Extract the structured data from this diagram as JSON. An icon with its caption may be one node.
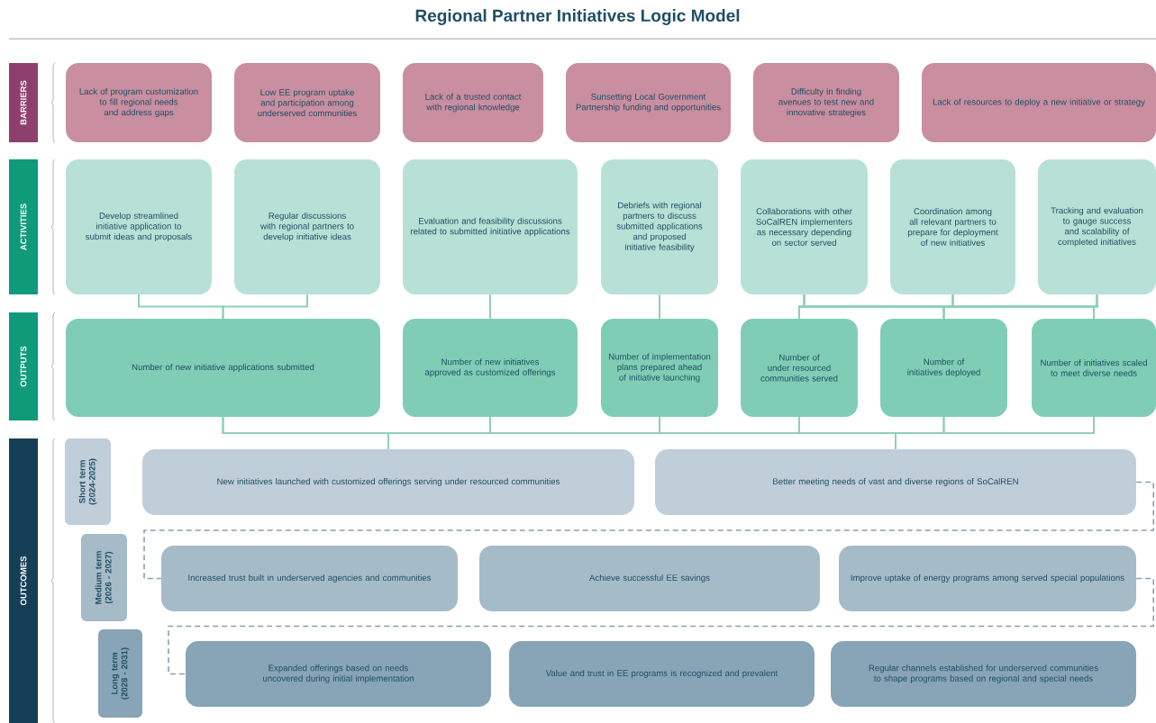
{
  "diagram": {
    "title": "Regional Partner Initiatives Logic Model",
    "nodes": [
      {
        "text": [
          "BARRIERS"
        ]
      },
      {
        "text": [
          "Lack of program customization to fill regional needs and address gaps"
        ]
      },
      {
        "text": [
          "Low EE program uptake and participation among underserved communities"
        ]
      },
      {
        "text": [
          "Lack of a trusted contact with regional knowledge"
        ]
      },
      {
        "text": [
          "Sunsetting Local Government Partnership funding and opportunities"
        ]
      },
      {
        "text": [
          "Difficulty in finding avenues to test new and innovative strategies"
        ]
      },
      {
        "text": [
          "Lack of resources to deploy a new initiative or strategy"
        ]
      },
      {
        "text": [
          "ACTIVITIES"
        ]
      },
      {
        "text": [
          "Develop streamlined initiative application to submit ideas and proposals"
        ]
      },
      {
        "text": [
          "Regular discussions with regional partners to develop initiative ideas"
        ]
      },
      {
        "text": [
          "Evaluation and feasibility discussions related to submitted initiative applications"
        ]
      },
      {
        "text": [
          "Debriefs with regional partners to discuss submitted applications and proposed initiative feasibility"
        ]
      },
      {
        "text": [
          "Collaborations with other SoCalREN implementers as necessary depending on sector served"
        ]
      },
      {
        "text": [
          "Coordination among all relevant partners to prepare for deployment of new initiatives"
        ]
      },
      {
        "text": [
          "Tracking and evaluation to gauge success and scalability of completed initiatives"
        ]
      },
      {
        "text": [
          "OUTPUTS"
        ]
      },
      {
        "text": [
          "Number of new initiative applications submitted"
        ]
      },
      {
        "text": [
          "Number of new initiatives approved as customized offerings"
        ]
      },
      {
        "text": [
          "Number of implementation plans prepared ahead of initiative launching"
        ]
      },
      {
        "text": [
          "Number of under resourced communities served"
        ]
      },
      {
        "text": [
          "Number of initiatives deployed"
        ]
      },
      {
        "text": [
          "Number of initiatives scaled to meet diverse needs"
        ]
      },
      {
        "text": [
          "OUTCOMES"
        ]
      },
      {
        "text": [
          "Short term (2024-2025)"
        ]
      },
      {
        "text": [
          "New initiatives launched with customized offerings serving under resourced communities"
        ]
      },
      {
        "text": [
          "Better meeting needs of vast and diverse regions of SoCalREN"
        ]
      },
      {
        "text": [
          "Medium term (2026 - 2027)"
        ]
      },
      {
        "text": [
          "Increased trust built in underserved agencies and communities"
        ]
      },
      {
        "text": [
          "Achieve successful EE savings"
        ]
      },
      {
        "text": [
          "Improve uptake of energy programs among served special populations"
        ]
      },
      {
        "text": [
          "Long term (2028 - 2031)"
        ]
      },
      {
        "text": [
          "Expanded offerings based on needs uncovered during initial implementation"
        ]
      },
      {
        "text": [
          "Value and trust in EE programs is recognized and prevalent"
        ]
      },
      {
        "text": [
          "Regular channels established for underserved communities to shape programs based on regional and special needs"
        ]
      }
    ],
    "edges": [
      {
        "from": 8,
        "to": 16,
        "arrow": "none"
      },
      {
        "from": 9,
        "to": 16,
        "arrow": "none"
      },
      {
        "from": 10,
        "to": 17,
        "arrow": "none"
      },
      {
        "from": 11,
        "to": 18,
        "arrow": "none"
      },
      {
        "from": 12,
        "to": 19,
        "arrow": "none"
      },
      {
        "from": 12,
        "to": 20,
        "arrow": "none"
      },
      {
        "from": 12,
        "to": 21,
        "arrow": "none"
      },
      {
        "from": 13,
        "to": 19,
        "arrow": "none"
      },
      {
        "from": 13,
        "to": 20,
        "arrow": "none"
      },
      {
        "from": 13,
        "to": 21,
        "arrow": "none"
      },
      {
        "from": 14,
        "to": 19,
        "arrow": "none"
      },
      {
        "from": 14,
        "to": 20,
        "arrow": "none"
      },
      {
        "from": 14,
        "to": 21,
        "arrow": "none"
      },
      {
        "from": 16,
        "to": 24,
        "arrow": "none"
      },
      {
        "from": 16,
        "to": 25,
        "arrow": "none"
      },
      {
        "from": 17,
        "to": 24,
        "arrow": "none"
      },
      {
        "from": 17,
        "to": 25,
        "arrow": "none"
      },
      {
        "from": 18,
        "to": 24,
        "arrow": "none"
      },
      {
        "from": 18,
        "to": 25,
        "arrow": "none"
      },
      {
        "from": 19,
        "to": 24,
        "arrow": "none"
      },
      {
        "from": 19,
        "to": 25,
        "arrow": "none"
      },
      {
        "from": 20,
        "to": 24,
        "arrow": "none"
      },
      {
        "from": 20,
        "to": 25,
        "arrow": "none"
      },
      {
        "from": 21,
        "to": 24,
        "arrow": "none"
      },
      {
        "from": 21,
        "to": 25,
        "arrow": "none"
      },
      {
        "from": 25,
        "to": 27,
        "arrow": "none",
        "style": "dashed",
        "color": "#8a9fae"
      },
      {
        "from": 29,
        "to": 31,
        "arrow": "none",
        "style": "dashed",
        "color": "#8a9fae"
      }
    ]
  }
}
